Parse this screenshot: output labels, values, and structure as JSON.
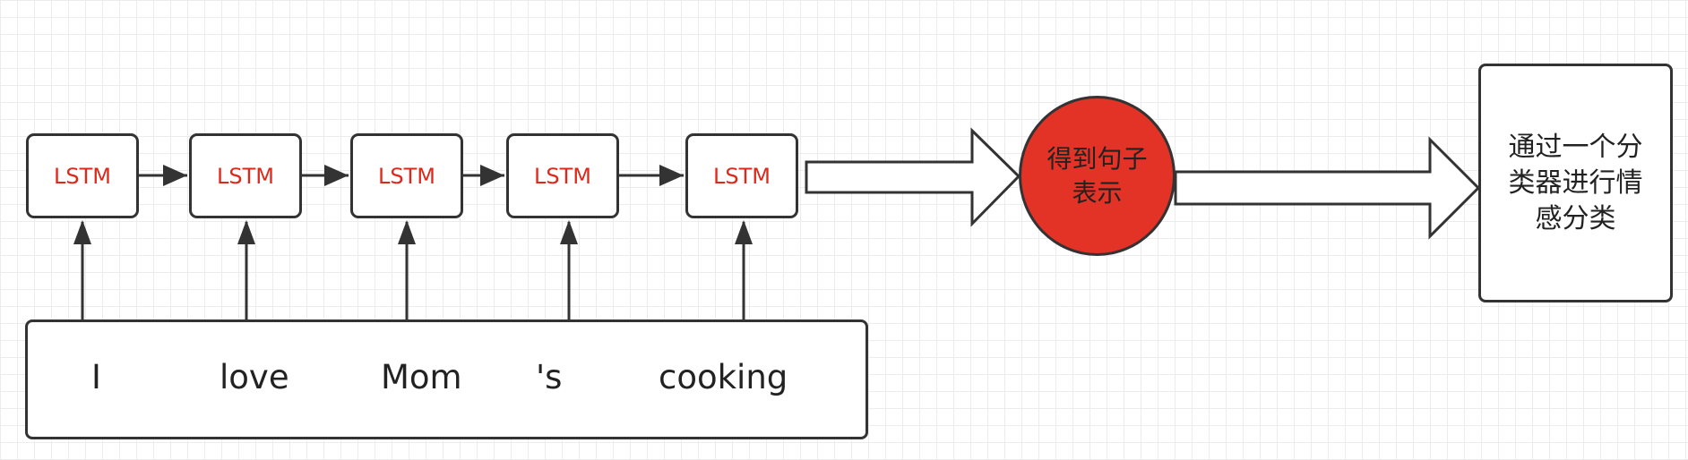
{
  "lstm_cells": [
    {
      "label": "LSTM"
    },
    {
      "label": "LSTM"
    },
    {
      "label": "LSTM"
    },
    {
      "label": "LSTM"
    },
    {
      "label": "LSTM"
    }
  ],
  "input_words": [
    "I",
    "love",
    "Mom",
    "'s",
    "cooking"
  ],
  "sentence_node": {
    "label": "得到句子表示"
  },
  "classifier_node": {
    "label": "通过一个分类器进行情感分类"
  },
  "colors": {
    "lstm_text": "#e0281a",
    "circle_fill": "#e33226",
    "stroke": "#333333",
    "grid": "#ececec"
  }
}
